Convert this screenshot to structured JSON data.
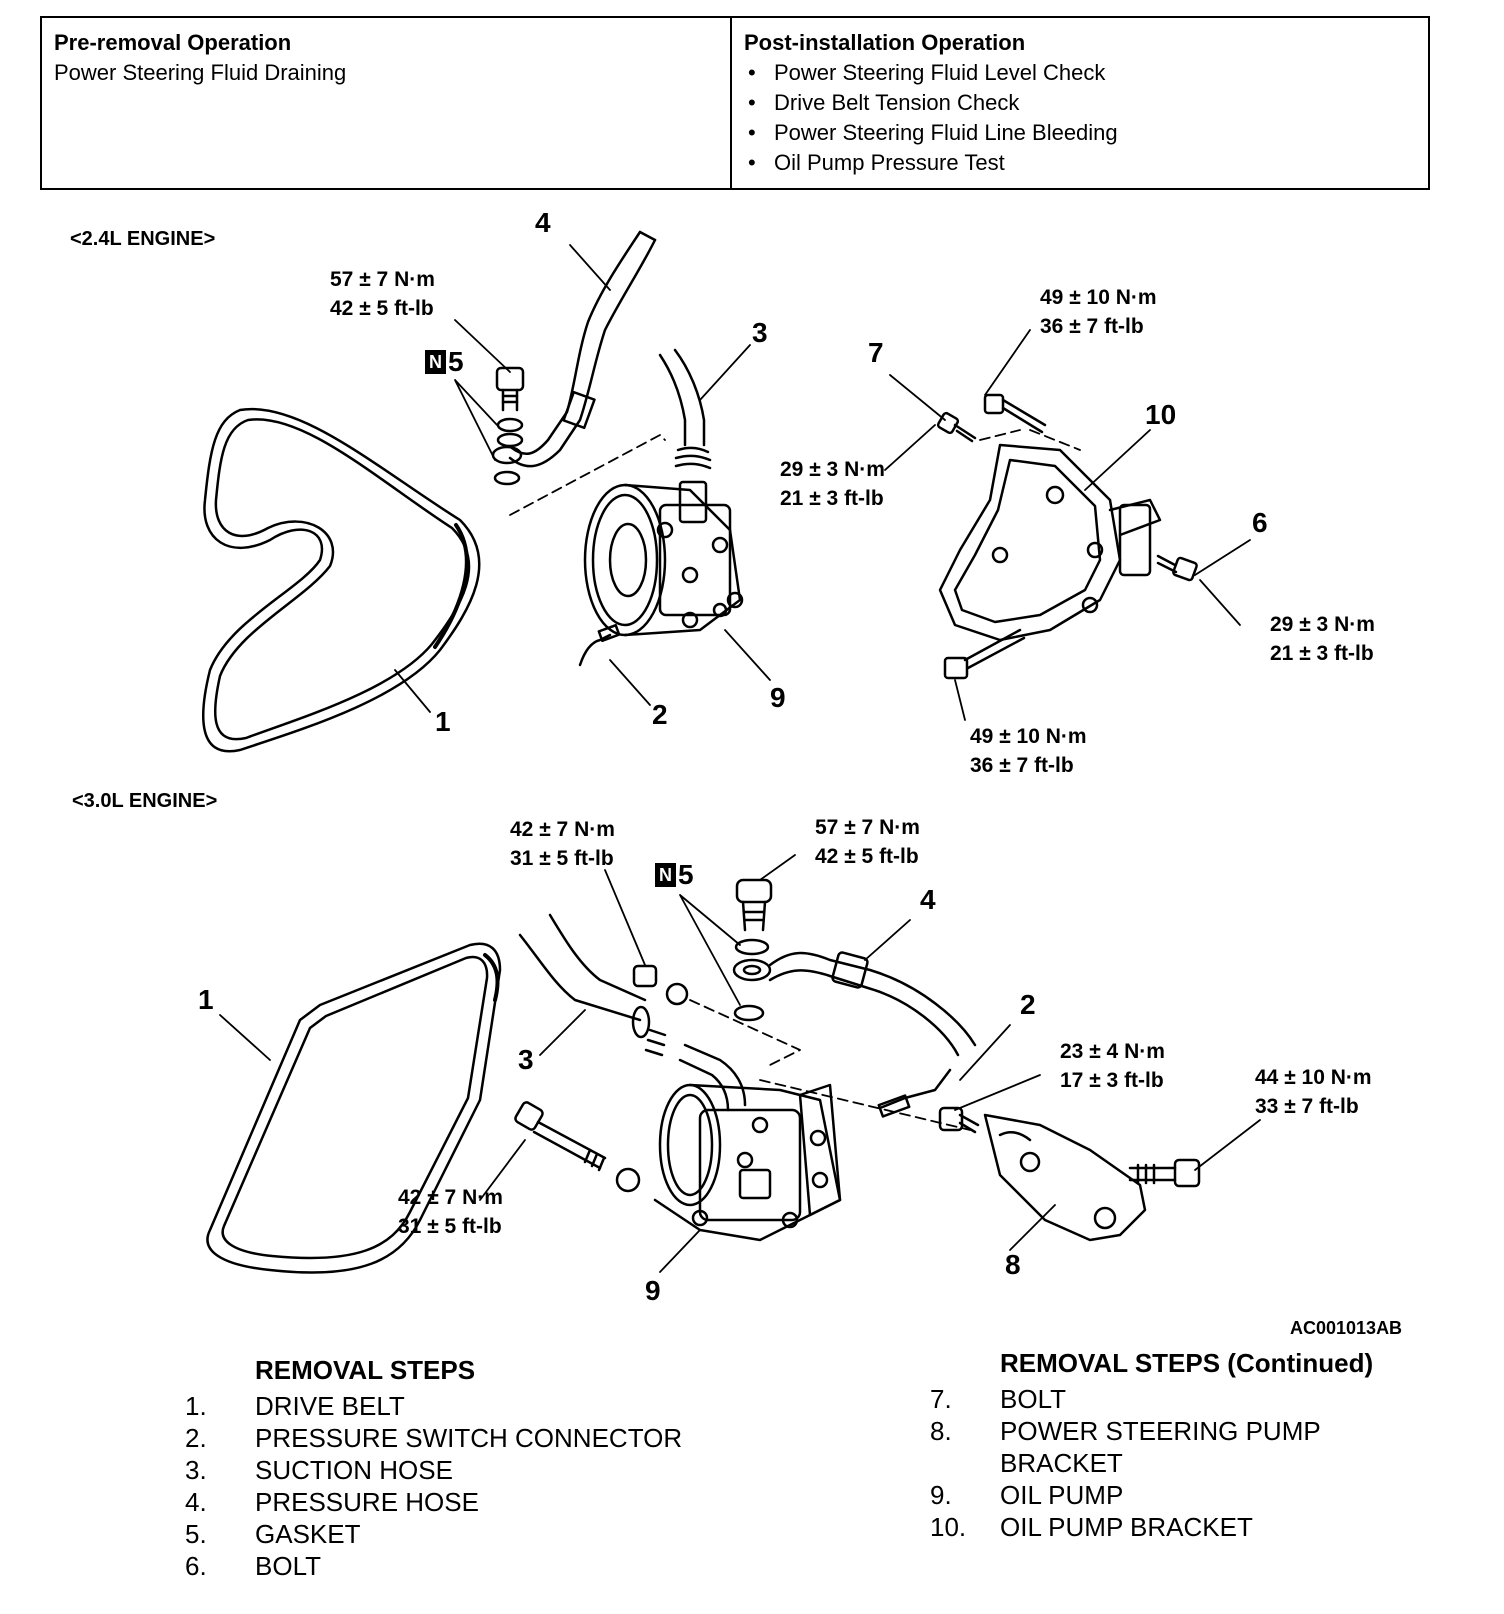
{
  "pre_removal": {
    "title": "Pre-removal Operation",
    "items": [
      "Power Steering Fluid Draining"
    ]
  },
  "post_installation": {
    "title": "Post-installation Operation",
    "items": [
      "Power Steering Fluid Level Check",
      "Drive Belt Tension Check",
      "Power Steering Fluid Line Bleeding",
      "Oil Pump Pressure Test"
    ]
  },
  "engine_24": {
    "label": "<2.4L ENGINE>",
    "callouts": [
      "1",
      "2",
      "3",
      "4",
      "5",
      "6",
      "7",
      "9",
      "10"
    ],
    "badge": "N",
    "torques": [
      {
        "nm": "57 ± 7 N·m",
        "ftlb": "42 ± 5 ft-lb"
      },
      {
        "nm": "49 ± 10 N·m",
        "ftlb": "36 ± 7 ft-lb"
      },
      {
        "nm": "29 ± 3 N·m",
        "ftlb": "21 ± 3 ft-lb"
      },
      {
        "nm": "29 ± 3 N·m",
        "ftlb": "21 ± 3 ft-lb"
      },
      {
        "nm": "49 ± 10 N·m",
        "ftlb": "36 ± 7 ft-lb"
      }
    ]
  },
  "engine_30": {
    "label": "<3.0L ENGINE>",
    "callouts": [
      "1",
      "2",
      "3",
      "4",
      "5",
      "8",
      "9"
    ],
    "badge": "N",
    "torques": [
      {
        "nm": "42 ± 7 N·m",
        "ftlb": "31 ± 5 ft-lb"
      },
      {
        "nm": "57 ± 7 N·m",
        "ftlb": "42 ± 5 ft-lb"
      },
      {
        "nm": "23 ± 4 N·m",
        "ftlb": "17 ± 3 ft-lb"
      },
      {
        "nm": "44 ± 10 N·m",
        "ftlb": "33 ± 7 ft-lb"
      },
      {
        "nm": "42 ± 7 N·m",
        "ftlb": "31 ± 5 ft-lb"
      }
    ]
  },
  "figure_code": "AC001013AB",
  "removal_steps": {
    "title": "REMOVAL STEPS",
    "steps": [
      {
        "n": "1.",
        "t": "DRIVE BELT"
      },
      {
        "n": "2.",
        "t": "PRESSURE SWITCH CONNECTOR"
      },
      {
        "n": "3.",
        "t": "SUCTION HOSE"
      },
      {
        "n": "4.",
        "t": "PRESSURE HOSE"
      },
      {
        "n": "5.",
        "t": "GASKET"
      },
      {
        "n": "6.",
        "t": "BOLT"
      }
    ]
  },
  "removal_steps_cont": {
    "title": "REMOVAL STEPS (Continued)",
    "steps": [
      {
        "n": "7.",
        "t": "BOLT"
      },
      {
        "n": "8.",
        "t": "POWER STEERING PUMP BRACKET"
      },
      {
        "n": "9.",
        "t": "OIL PUMP"
      },
      {
        "n": "10.",
        "t": "OIL PUMP BRACKET"
      }
    ]
  }
}
